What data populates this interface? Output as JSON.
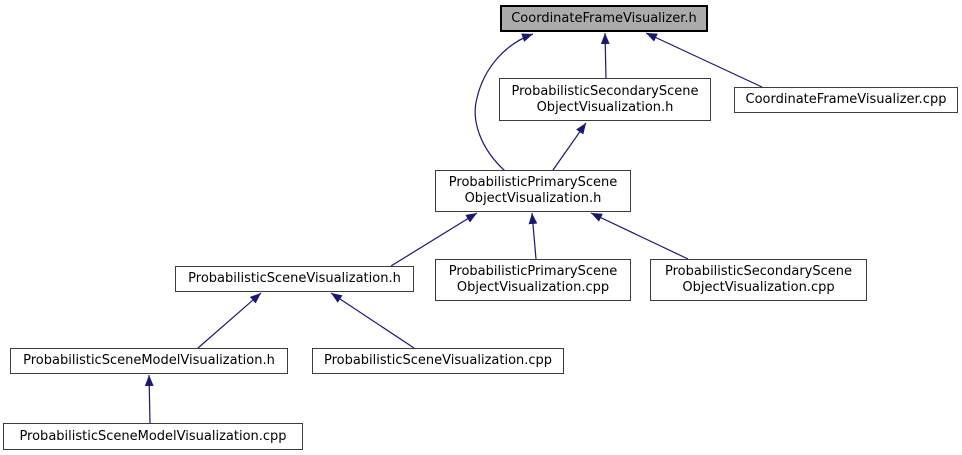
{
  "diagram": {
    "type": "include-dependency-graph",
    "description": "Doxygen 'included by' dependency graph for CoordinateFrameVisualizer.h",
    "colors": {
      "edge": "#191970",
      "node_border": "#3c3c3c",
      "highlight_border": "#000000",
      "highlight_fill": "#ababab",
      "node_fill": "#ffffff",
      "background": "#ffffff",
      "text": "#000000"
    },
    "nodes": [
      {
        "id": "coordinate_frame_visualizer_h",
        "label": "CoordinateFrameVisualizer.h",
        "highlighted": true
      },
      {
        "id": "probabilistic_secondary_scene_h",
        "label": "ProbabilisticSecondaryScene\nObjectVisualization.h",
        "highlighted": false
      },
      {
        "id": "coordinate_frame_visualizer_cpp",
        "label": "CoordinateFrameVisualizer.cpp",
        "highlighted": false
      },
      {
        "id": "probabilistic_primary_scene_h",
        "label": "ProbabilisticPrimaryScene\nObjectVisualization.h",
        "highlighted": false
      },
      {
        "id": "probabilistic_scene_visualization_h",
        "label": "ProbabilisticSceneVisualization.h",
        "highlighted": false
      },
      {
        "id": "probabilistic_primary_scene_cpp",
        "label": "ProbabilisticPrimaryScene\nObjectVisualization.cpp",
        "highlighted": false
      },
      {
        "id": "probabilistic_secondary_scene_cpp",
        "label": "ProbabilisticSecondaryScene\nObjectVisualization.cpp",
        "highlighted": false
      },
      {
        "id": "probabilistic_scene_model_h",
        "label": "ProbabilisticSceneModelVisualization.h",
        "highlighted": false
      },
      {
        "id": "probabilistic_scene_visualization_cpp",
        "label": "ProbabilisticSceneVisualization.cpp",
        "highlighted": false
      },
      {
        "id": "probabilistic_scene_model_cpp",
        "label": "ProbabilisticSceneModelVisualization.cpp",
        "highlighted": false
      }
    ],
    "edges": [
      {
        "from": "probabilistic_primary_scene_h",
        "to": "coordinate_frame_visualizer_h"
      },
      {
        "from": "probabilistic_secondary_scene_h",
        "to": "coordinate_frame_visualizer_h"
      },
      {
        "from": "coordinate_frame_visualizer_cpp",
        "to": "coordinate_frame_visualizer_h"
      },
      {
        "from": "probabilistic_primary_scene_h",
        "to": "probabilistic_secondary_scene_h"
      },
      {
        "from": "probabilistic_scene_visualization_h",
        "to": "probabilistic_primary_scene_h"
      },
      {
        "from": "probabilistic_primary_scene_cpp",
        "to": "probabilistic_primary_scene_h"
      },
      {
        "from": "probabilistic_secondary_scene_cpp",
        "to": "probabilistic_primary_scene_h"
      },
      {
        "from": "probabilistic_scene_model_h",
        "to": "probabilistic_scene_visualization_h"
      },
      {
        "from": "probabilistic_scene_visualization_cpp",
        "to": "probabilistic_scene_visualization_h"
      },
      {
        "from": "probabilistic_scene_model_cpp",
        "to": "probabilistic_scene_model_h"
      }
    ]
  }
}
